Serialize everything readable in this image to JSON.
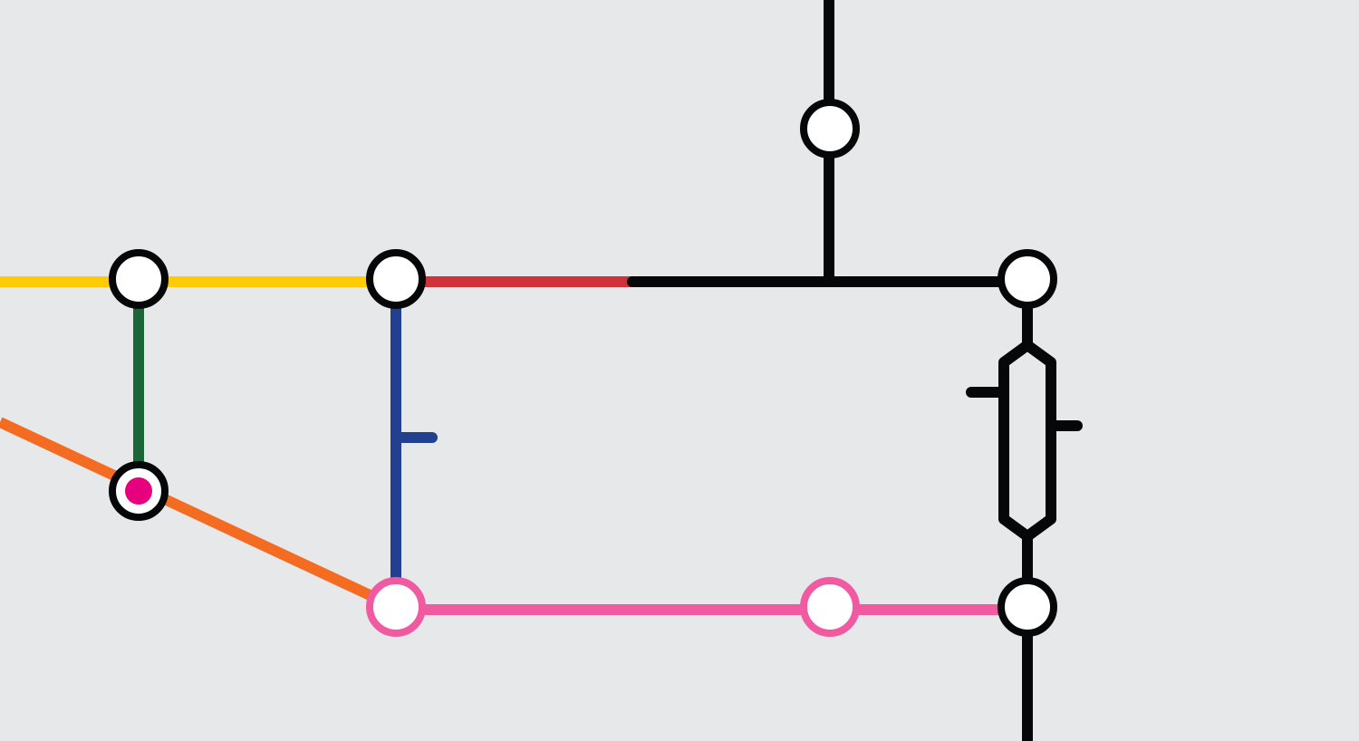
{
  "map": {
    "background": "#e7e8ea",
    "lines": [
      {
        "id": "yellow",
        "color": "#ffcb05"
      },
      {
        "id": "green",
        "color": "#1a6637"
      },
      {
        "id": "orange",
        "color": "#f36c21"
      },
      {
        "id": "blue",
        "color": "#233f8f"
      },
      {
        "id": "red",
        "color": "#cf3339"
      },
      {
        "id": "black",
        "color": "#060708"
      },
      {
        "id": "pink",
        "color": "#ef5aa1"
      }
    ],
    "stations": [
      {
        "id": "interchange-yellow-green",
        "style": "interchange"
      },
      {
        "id": "interchange-green-orange",
        "style": "interchange-magenta-dot",
        "dot_color": "#e6007e"
      },
      {
        "id": "interchange-yellow-red-blue",
        "style": "interchange"
      },
      {
        "id": "black-north-stop",
        "style": "interchange"
      },
      {
        "id": "interchange-black-east",
        "style": "interchange"
      },
      {
        "id": "interchange-orange-blue-pink",
        "style": "pink-ring"
      },
      {
        "id": "pink-middle-stop",
        "style": "pink-ring"
      },
      {
        "id": "interchange-pink-black",
        "style": "interchange"
      }
    ]
  }
}
